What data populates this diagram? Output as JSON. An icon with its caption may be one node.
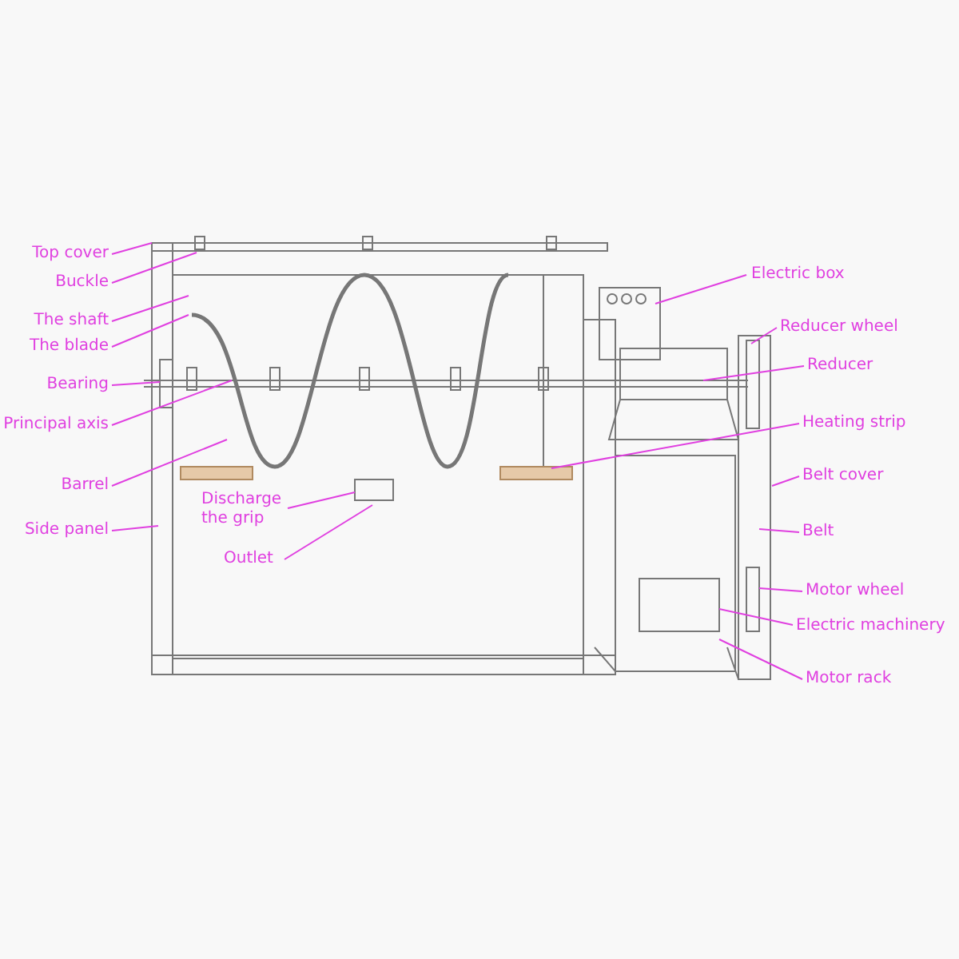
{
  "diagram": {
    "nodes": [
      {
        "text": [
          "Top cover"
        ]
      },
      {
        "text": [
          "Buckle"
        ]
      },
      {
        "text": [
          "The shaft"
        ]
      },
      {
        "text": [
          "The blade"
        ]
      },
      {
        "text": [
          "Bearing"
        ]
      },
      {
        "text": [
          "Principal axis"
        ]
      },
      {
        "text": [
          "Barrel"
        ]
      },
      {
        "text": [
          "Discharge the grip"
        ]
      },
      {
        "text": [
          "Side panel"
        ]
      },
      {
        "text": [
          "Outlet"
        ]
      },
      {
        "text": [
          "Electric box"
        ]
      },
      {
        "text": [
          "Reducer wheel"
        ]
      },
      {
        "text": [
          "Reducer"
        ]
      },
      {
        "text": [
          "Heating strip"
        ]
      },
      {
        "text": [
          "Belt cover"
        ]
      },
      {
        "text": [
          "Belt"
        ]
      },
      {
        "text": [
          "Motor wheel"
        ]
      },
      {
        "text": [
          "Electric machinery"
        ]
      },
      {
        "text": [
          "Motor rack"
        ]
      }
    ],
    "edges": [
      {
        "from": 0,
        "to": null,
        "arrow": "none"
      },
      {
        "from": 1,
        "to": null,
        "arrow": "none"
      },
      {
        "from": 2,
        "to": null,
        "arrow": "none"
      },
      {
        "from": 3,
        "to": null,
        "arrow": "none"
      },
      {
        "from": 4,
        "to": null,
        "arrow": "none"
      },
      {
        "from": 5,
        "to": null,
        "arrow": "none"
      },
      {
        "from": 6,
        "to": null,
        "arrow": "none"
      },
      {
        "from": 7,
        "to": null,
        "arrow": "none"
      },
      {
        "from": 8,
        "to": null,
        "arrow": "none"
      },
      {
        "from": 9,
        "to": null,
        "arrow": "none"
      },
      {
        "from": 10,
        "to": null,
        "arrow": "none"
      },
      {
        "from": 11,
        "to": null,
        "arrow": "none"
      },
      {
        "from": 12,
        "to": null,
        "arrow": "none"
      },
      {
        "from": 13,
        "to": null,
        "arrow": "none"
      },
      {
        "from": 14,
        "to": null,
        "arrow": "none"
      },
      {
        "from": 15,
        "to": null,
        "arrow": "none"
      },
      {
        "from": 16,
        "to": null,
        "arrow": "none"
      },
      {
        "from": 17,
        "to": null,
        "arrow": "none"
      },
      {
        "from": 18,
        "to": null,
        "arrow": "none"
      }
    ]
  }
}
